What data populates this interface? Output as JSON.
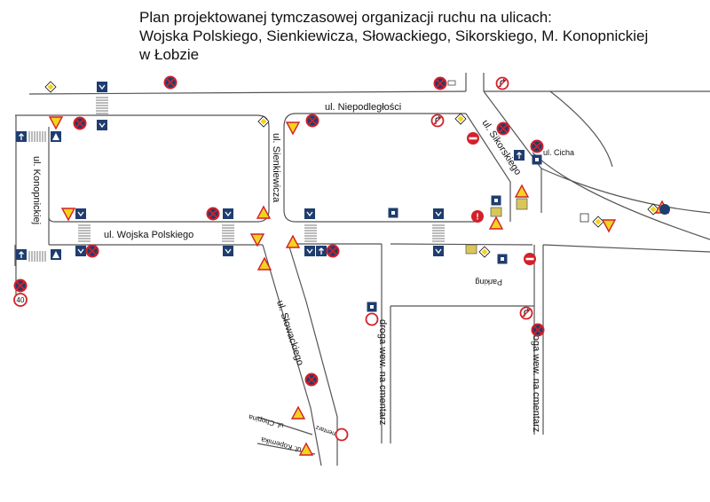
{
  "title": {
    "line1": "Plan projektowanej tymczasowej organizacji ruchu na ulicach:",
    "line2": "Wojska Polskiego, Sienkiewicza, Słowackiego, Sikorskiego, M. Konopnickiej",
    "line3": "w Łobzie"
  },
  "streets": {
    "niepodleglosci": "ul. Niepodległości",
    "sienkiewicza": "ul. Sienkiewicza",
    "konopnickiej": "ul. Konopnickiej",
    "wojska_polskiego": "ul. Wojska Polskiego",
    "sikorskiego": "ul. Sikorskiego",
    "cicha": "ul. Cicha",
    "slowackiego": "ul. Słowackiego",
    "chopina": "ul. Chopina",
    "kopernika": "ul. Kopernika",
    "cmentarz": "Cmentarz",
    "droga_wew_1": "droga wew. na cmentarz",
    "droga_wew_2": "droga wew. na cmentarz",
    "parking": "Parking"
  },
  "signs": {
    "speed_limit": "40"
  },
  "colors": {
    "sign_blue": "#1f3d6e",
    "sign_red": "#d4202a",
    "sign_yellow": "#f2d41c",
    "road_line": "#555555"
  }
}
